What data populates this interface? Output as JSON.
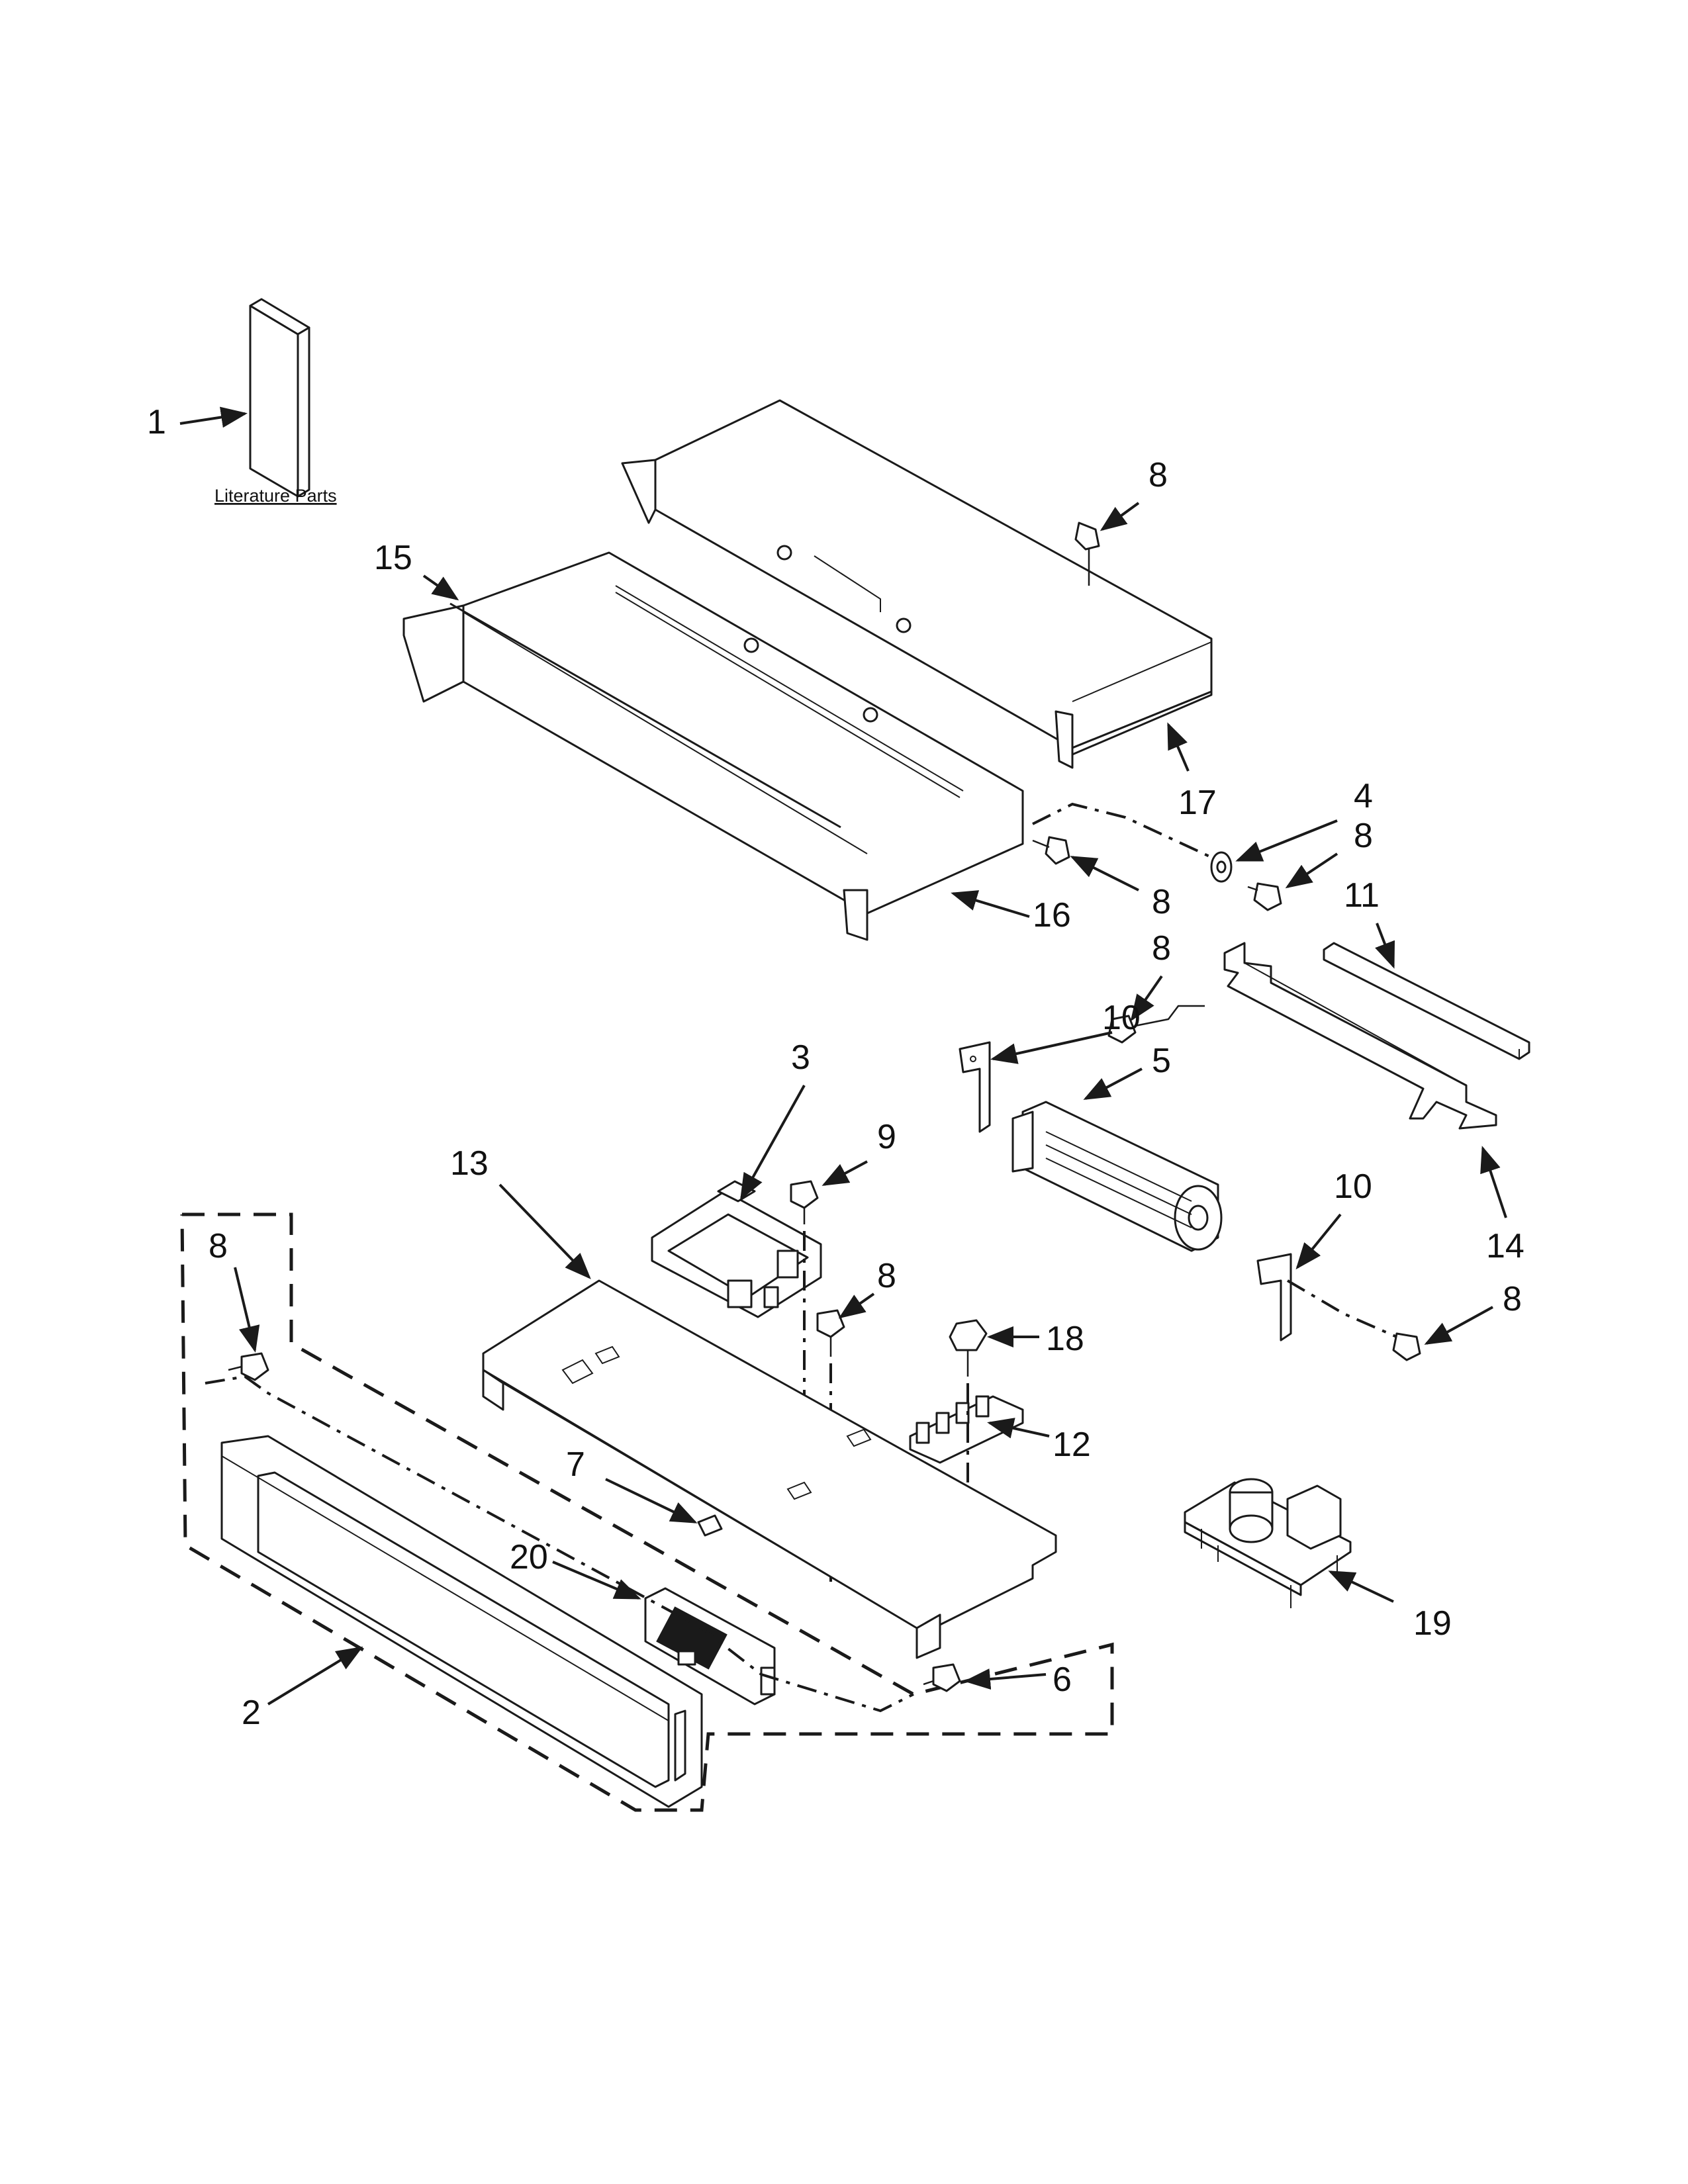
{
  "literature_label": "Literature Parts",
  "callouts": {
    "c1": "1",
    "c2": "2",
    "c3": "3",
    "c4": "4",
    "c5": "5",
    "c6": "6",
    "c7": "7",
    "c8a": "8",
    "c8b": "8",
    "c8c": "8",
    "c8d": "8",
    "c8e": "8",
    "c8f": "8",
    "c9": "9",
    "c10a": "10",
    "c10b": "10",
    "c11": "11",
    "c12": "12",
    "c13": "13",
    "c14": "14",
    "c15": "15",
    "c16": "16",
    "c17": "17",
    "c18": "18",
    "c19": "19",
    "c20": "20"
  },
  "colors": {
    "ink": "#1a1a1a",
    "background": "#ffffff"
  }
}
